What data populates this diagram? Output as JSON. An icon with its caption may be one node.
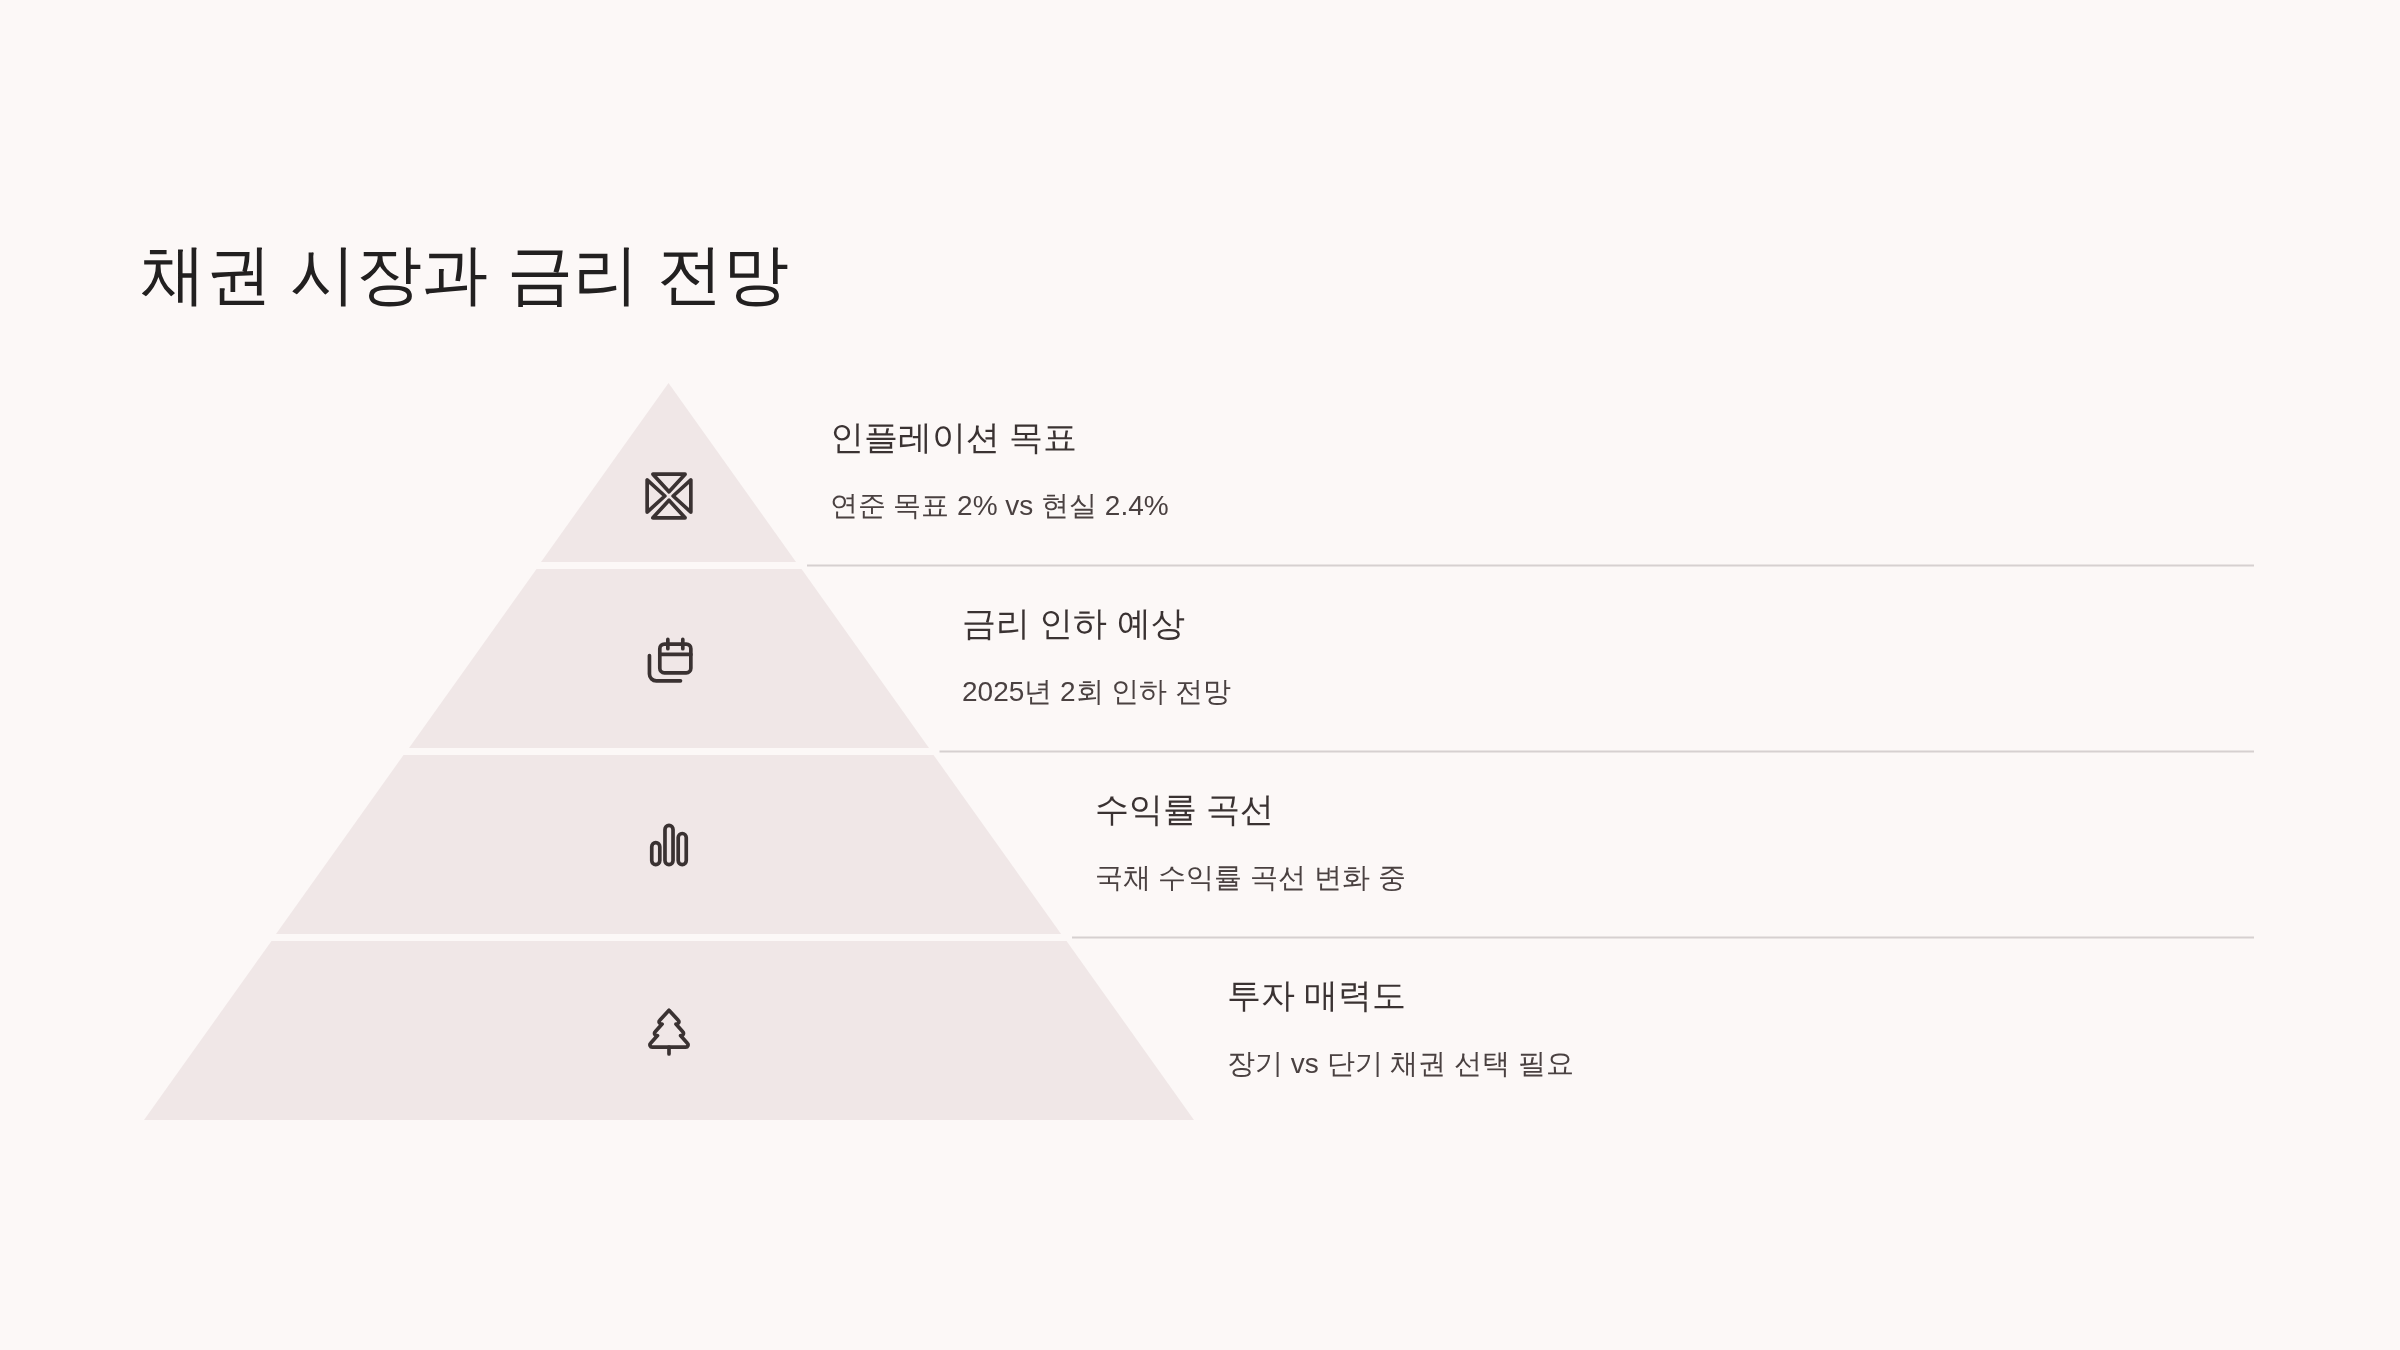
{
  "diagram": {
    "title": "채권 시장과 금리 전망",
    "nodes": [
      {
        "text": [
          "인플레이션 목표",
          "연준 목표 2% vs 현실 2.4%"
        ]
      },
      {
        "text": [
          "금리 인하 예상",
          "2025년 2회 인하 전망"
        ]
      },
      {
        "text": [
          "수익률 곡선",
          "국채 수익률 곡선 변화 중"
        ]
      },
      {
        "text": [
          "투자 매력도",
          "장기 vs 단기 채권 선택 필요"
        ]
      }
    ]
  }
}
